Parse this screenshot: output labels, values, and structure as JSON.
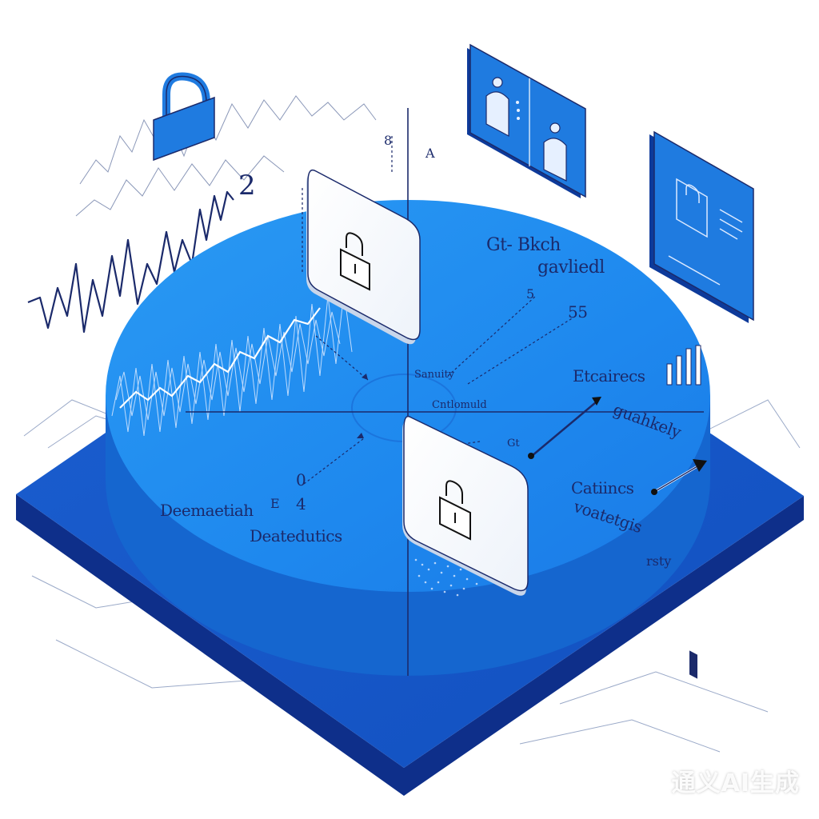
{
  "labels": {
    "top_bkch": "Gt- Bkch",
    "gavliedl": "gavliedl",
    "num_5_small": "5",
    "num_55": "55",
    "etcairecs": "Etcairecs",
    "sanuity": "Sanuity",
    "cntlomuld": "Cntlomuld",
    "gt_small": "Gt",
    "guahkely": "guahkely",
    "catiincs": "Catiincs",
    "voatetgis": "voatetgis",
    "rsty": "rsty",
    "num_0": "0",
    "e_letter": "E",
    "num_4": "4",
    "deemaetiah": "Deemaetiah",
    "deatedutics": "Deatedutics",
    "num_2": "2",
    "top_8": "8",
    "top_a": "A"
  },
  "watermark": "通义AI生成",
  "icons": [
    "padlock-icon",
    "user-card-icon",
    "document-lock-icon"
  ],
  "colors": {
    "platform_dark": "#0f3ea8",
    "disc_blue": "#1e88ee",
    "disc_side": "#1566cf",
    "panel_blue": "#1f7be0",
    "line_navy": "#1b2a6b"
  }
}
